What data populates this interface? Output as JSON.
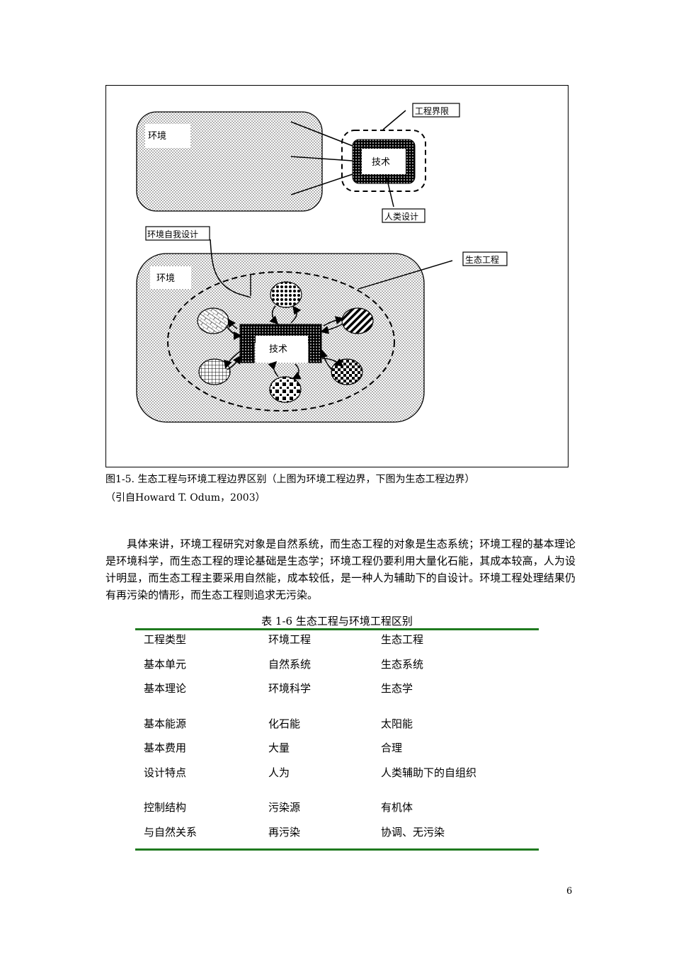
{
  "figure": {
    "top_env_label": "环境",
    "boundary_label": "工程界限",
    "tech_label": "技术",
    "human_design_label": "人类设计",
    "self_design_label": "环境自我设计",
    "eco_label": "生态工程",
    "bottom_env_label": "环境",
    "bottom_tech_label": "技术"
  },
  "caption": {
    "line1": "图1-5. 生态工程与环境工程边界区别（上图为环境工程边界，下图为生态工程边界）",
    "line2": "（引自Howard T. Odum，2003）"
  },
  "paragraph": "具体来讲，环境工程研究对象是自然系统，而生态工程的对象是生态系统；环境工程的基本理论是环境科学，而生态工程的理论基础是生态学；环境工程仍要利用大量化石能，其成本较高，人为设计明显，而生态工程主要采用自然能，成本较低，是一种人为辅助下的自设计。环境工程处理结果仍有再污染的情形，而生态工程则追求无污染。",
  "table": {
    "title": "表 1-6 生态工程与环境工程区别",
    "header": [
      "工程类型",
      "环境工程",
      "生态工程"
    ],
    "rows": [
      [
        "基本单元",
        "自然系统",
        "生态系统"
      ],
      [
        "基本理论",
        "环境科学",
        "生态学"
      ],
      [
        "基本能源",
        "化石能",
        "太阳能"
      ],
      [
        "基本费用",
        "大量",
        "合理"
      ],
      [
        "设计特点",
        "人为",
        "人类辅助下的自组织"
      ],
      [
        "控制结构",
        "污染源",
        "有机体"
      ],
      [
        "与自然关系",
        "再污染",
        "协调、无污染"
      ]
    ]
  },
  "page_number": "6"
}
